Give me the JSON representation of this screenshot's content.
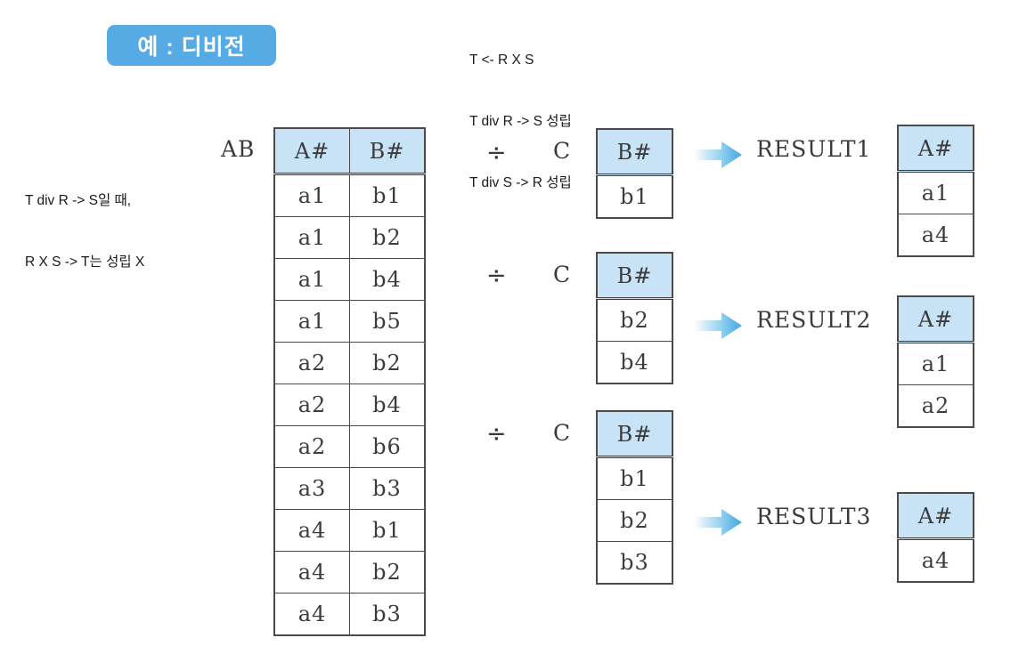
{
  "title_badge": {
    "label": "예 : 디비전",
    "bg_color": "#56abe4",
    "text_color": "#ffffff"
  },
  "notes": {
    "top_right": [
      "T <- R X S",
      "T div R -> S 성립",
      "T div S -> R 성립"
    ],
    "left": [
      "T div R -> S일 때,",
      "R X S -> T는 성립 X"
    ]
  },
  "colors": {
    "header_blue": "#c9e3f6",
    "accent_blue": "#3fa9e0",
    "border": "#4a4a4a",
    "text": "#3c3c3c"
  },
  "operators": {
    "divide": "÷",
    "arrow_icon": "right-arrow-icon"
  },
  "ab_relation": {
    "label": "AB",
    "columns": [
      "A#",
      "B#"
    ],
    "rows": [
      [
        "a1",
        "b1"
      ],
      [
        "a1",
        "b2"
      ],
      [
        "a1",
        "b4"
      ],
      [
        "a1",
        "b5"
      ],
      [
        "a2",
        "b2"
      ],
      [
        "a2",
        "b4"
      ],
      [
        "a2",
        "b6"
      ],
      [
        "a3",
        "b3"
      ],
      [
        "a4",
        "b1"
      ],
      [
        "a4",
        "b2"
      ],
      [
        "a4",
        "b3"
      ]
    ]
  },
  "divisors": [
    {
      "label": "C",
      "operator": "÷",
      "columns": [
        "B#"
      ],
      "rows": [
        [
          "b1"
        ]
      ]
    },
    {
      "label": "C",
      "operator": "÷",
      "columns": [
        "B#"
      ],
      "rows": [
        [
          "b2"
        ],
        [
          "b4"
        ]
      ]
    },
    {
      "label": "C",
      "operator": "÷",
      "columns": [
        "B#"
      ],
      "rows": [
        [
          "b1"
        ],
        [
          "b2"
        ],
        [
          "b3"
        ]
      ]
    }
  ],
  "results": [
    {
      "label": "RESULT1",
      "columns": [
        "A#"
      ],
      "rows": [
        [
          "a1"
        ],
        [
          "a4"
        ]
      ]
    },
    {
      "label": "RESULT2",
      "columns": [
        "A#"
      ],
      "rows": [
        [
          "a1"
        ],
        [
          "a2"
        ]
      ]
    },
    {
      "label": "RESULT3",
      "columns": [
        "A#"
      ],
      "rows": [
        [
          "a4"
        ]
      ]
    }
  ]
}
